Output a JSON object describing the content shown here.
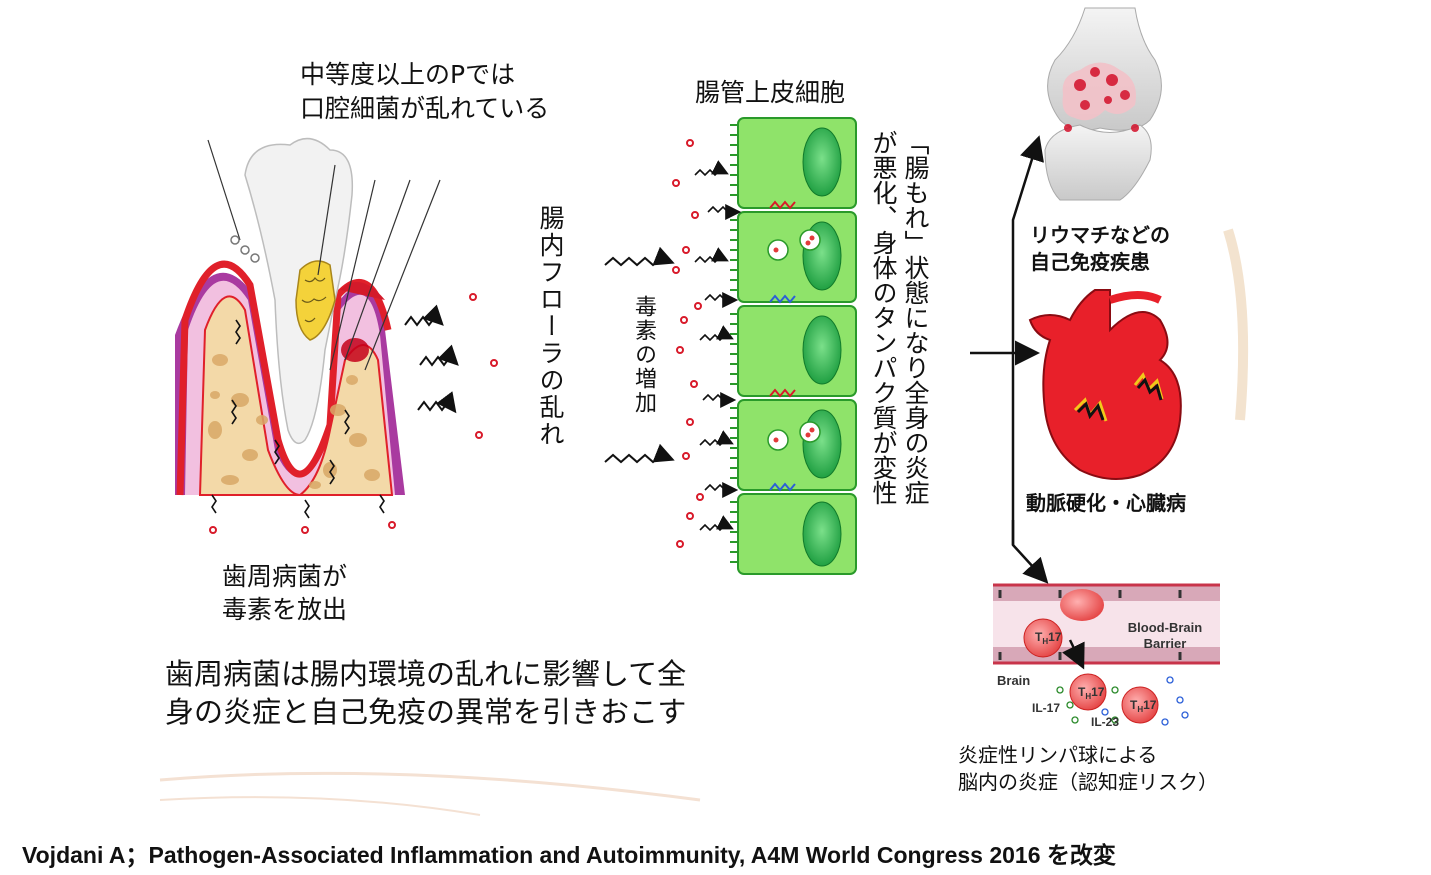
{
  "tooth_caption_top": {
    "line1": "中等度以上のPでは",
    "line2": "口腔細菌が乱れている"
  },
  "tooth_caption_bottom": {
    "line1": "歯周病菌が",
    "line2": "毒素を放出"
  },
  "flora_vertical": "腸内フローラの乱れ",
  "toxin_vertical": "毒素の増加",
  "epithelium_title": "腸管上皮細胞",
  "leaky_gut_col1": "「腸もれ」状態になり全身の炎症",
  "leaky_gut_col2": "が悪化、身体のタンパク質が変性",
  "autoimmune_label": {
    "line1": "リウマチなどの",
    "line2": "自己免疫疾患"
  },
  "heart_label": "動脈硬化・心臓病",
  "bbb": {
    "barrier_line1": "Blood-Brain",
    "barrier_line2": "Barrier",
    "brain": "Brain",
    "th17": "T",
    "th17_sub": "H",
    "th17_num": "17",
    "il17": "IL-17",
    "il23": "IL-23"
  },
  "brain_caption": {
    "line1": "炎症性リンパ球による",
    "line2": "脳内の炎症（認知症リスク）"
  },
  "summary": {
    "line1": "歯周病菌は腸内環境の乱れに影響して全",
    "line2": "身の炎症と自己免疫の異常を引きおこす"
  },
  "citation": "Vojdani A；Pathogen-Associated Inflammation and Autoimmunity, A4M World Congress 2016 を改変",
  "colors": {
    "gum_red": "#e0202a",
    "bone": "#f3d9a8",
    "cell_green": "#8fe36a",
    "nucleus": "#2fae4f",
    "arrow": "#111111",
    "vessel": "#c8344a"
  }
}
